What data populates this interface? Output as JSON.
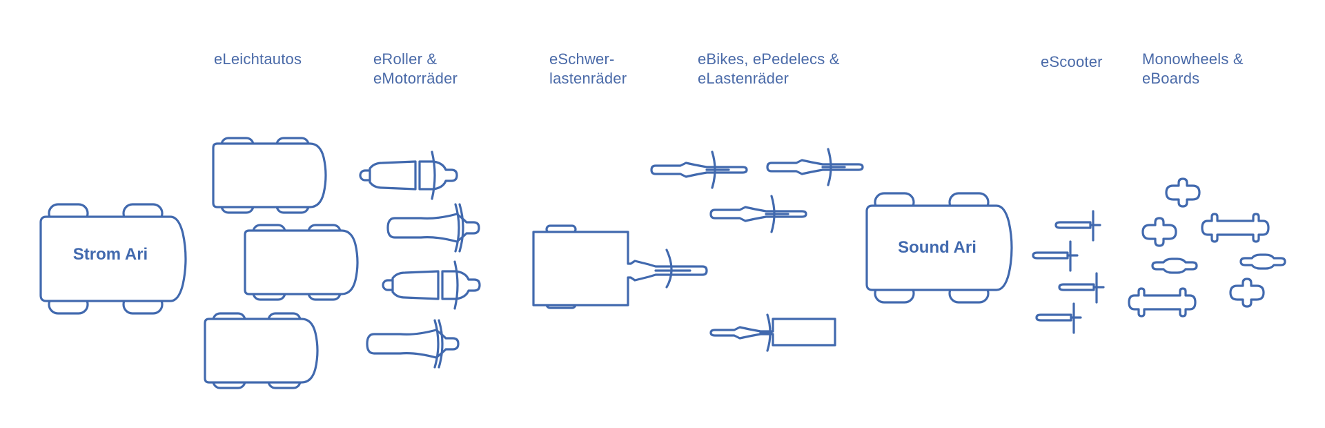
{
  "colors": {
    "primary": "#4169ae",
    "label": "#4a6aa8",
    "background": "#ffffff"
  },
  "categories": [
    {
      "id": "leichtautos",
      "lines": [
        "eLeichtautos"
      ],
      "icon": "light-car-icon",
      "count": 3
    },
    {
      "id": "roller",
      "lines": [
        "eRoller &",
        "eMotorräder"
      ],
      "icon": "scooter-motorbike-icon",
      "count": 4
    },
    {
      "id": "schwerlasten",
      "lines": [
        "eSchwer-",
        "lastenräder"
      ],
      "icon": "heavy-cargo-bike-icon",
      "count": 1
    },
    {
      "id": "bikes",
      "lines": [
        "eBikes, ePedelecs &",
        "eLastenräder"
      ],
      "icon": "bicycle-icon",
      "count": 4
    },
    {
      "id": "escooter",
      "lines": [
        "eScooter"
      ],
      "icon": "kick-scooter-icon",
      "count": 4
    },
    {
      "id": "monowheels",
      "lines": [
        "Monowheels &",
        "eBoards"
      ],
      "icon": "monowheel-board-icon",
      "count": 7
    }
  ],
  "robots": [
    {
      "name": "Strom Ari",
      "icon": "robot-vehicle-icon"
    },
    {
      "name": "Sound Ari",
      "icon": "robot-vehicle-icon"
    }
  ]
}
